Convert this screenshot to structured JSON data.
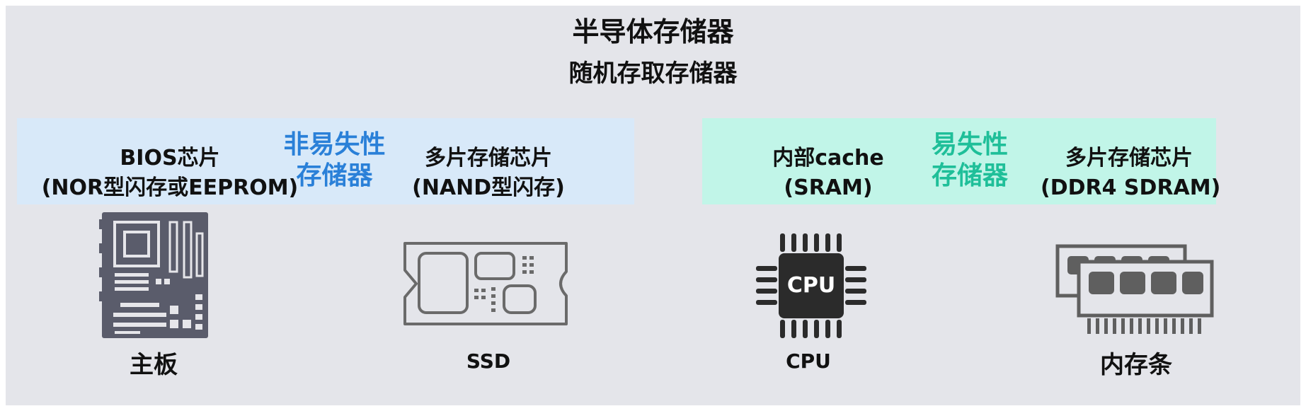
{
  "title": "半导体存储器",
  "subtitle": "随机存取存储器",
  "nonvolatile": {
    "category": [
      "非易失性",
      "存储器"
    ],
    "left_label": [
      "BIOS芯片",
      "(NOR型闪存或EEPROM)"
    ],
    "right_label": [
      "多片存储芯片",
      "(NAND型闪存)"
    ],
    "colors": {
      "box": "#d8e9f9",
      "text": "#2a80d8"
    }
  },
  "volatile": {
    "category": [
      "易失性",
      "存储器"
    ],
    "left_label": [
      "内部cache",
      "(SRAM)"
    ],
    "right_label": [
      "多片存储芯片",
      "(DDR4 SDRAM)"
    ],
    "colors": {
      "box": "#c1f5e8",
      "text": "#1fbf99"
    }
  },
  "devices": [
    {
      "icon": "motherboard-icon",
      "caption": "主板"
    },
    {
      "icon": "ssd-icon",
      "caption": "SSD"
    },
    {
      "icon": "cpu-icon",
      "caption": "CPU",
      "chip_text": "CPU"
    },
    {
      "icon": "memory-module-icon",
      "caption": "内存条"
    }
  ]
}
